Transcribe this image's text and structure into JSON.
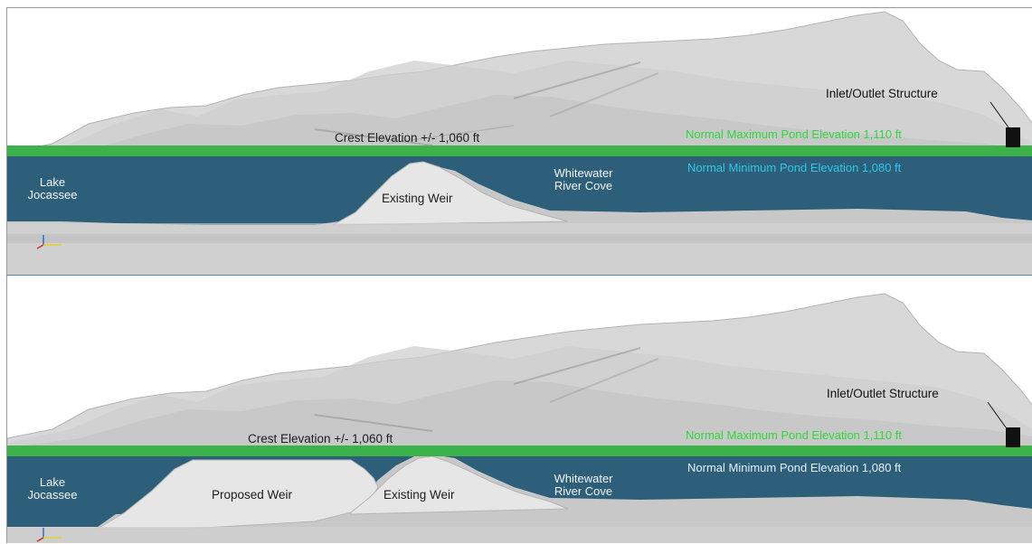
{
  "panels": [
    {
      "id": "existing",
      "labels": {
        "crest": "Crest Elevation +/- 1,060 ft",
        "max_pond": "Normal Maximum Pond Elevation 1,110 ft",
        "min_pond": "Normal Minimum Pond Elevation 1,080 ft",
        "inlet_outlet": "Inlet/Outlet Structure",
        "lake_line1": "Lake",
        "lake_line2": "Jocassee",
        "cove_line1": "Whitewater",
        "cove_line2": "River Cove",
        "existing_weir": "Existing Weir"
      }
    },
    {
      "id": "proposed",
      "labels": {
        "crest": "Crest Elevation +/- 1,060 ft",
        "max_pond": "Normal Maximum Pond Elevation 1,110 ft",
        "min_pond": "Normal Minimum Pond Elevation 1,080 ft",
        "inlet_outlet": "Inlet/Outlet Structure",
        "lake_line1": "Lake",
        "lake_line2": "Jocassee",
        "cove_line1": "Whitewater",
        "cove_line2": "River Cove",
        "proposed_weir": "Proposed Weir",
        "existing_weir": "Existing Weir"
      }
    }
  ],
  "colors": {
    "max_pond_band": "#3bb34a",
    "water": "#2e5f7a",
    "terrain": "#c9c9c9",
    "max_pond_text": "#2fd93a",
    "min_pond_text": "#2ec8e8"
  }
}
